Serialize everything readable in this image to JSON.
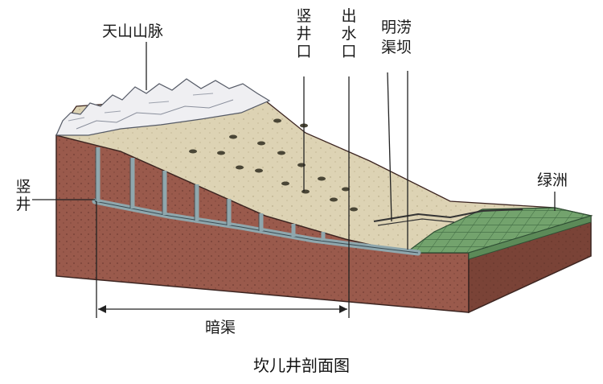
{
  "labels": {
    "tianshan": "天山山脉",
    "shaft_top": [
      "竖",
      "井",
      "口"
    ],
    "outlet": [
      "出",
      "水",
      "口"
    ],
    "dam": [
      "明涝",
      "渠坝"
    ],
    "oasis": "绿洲",
    "shaft_side": [
      "竖",
      "井"
    ],
    "tunnel": "暗渠"
  },
  "caption": "坎儿井剖面图",
  "colors": {
    "soil": "#9a5a4c",
    "soil_dark": "#7a4337",
    "surface": "#ddd3b4",
    "mountain": "#efeff2",
    "oasis": "#6f9c6a",
    "tunnel": "#8fa7ad",
    "ink": "#222222"
  }
}
